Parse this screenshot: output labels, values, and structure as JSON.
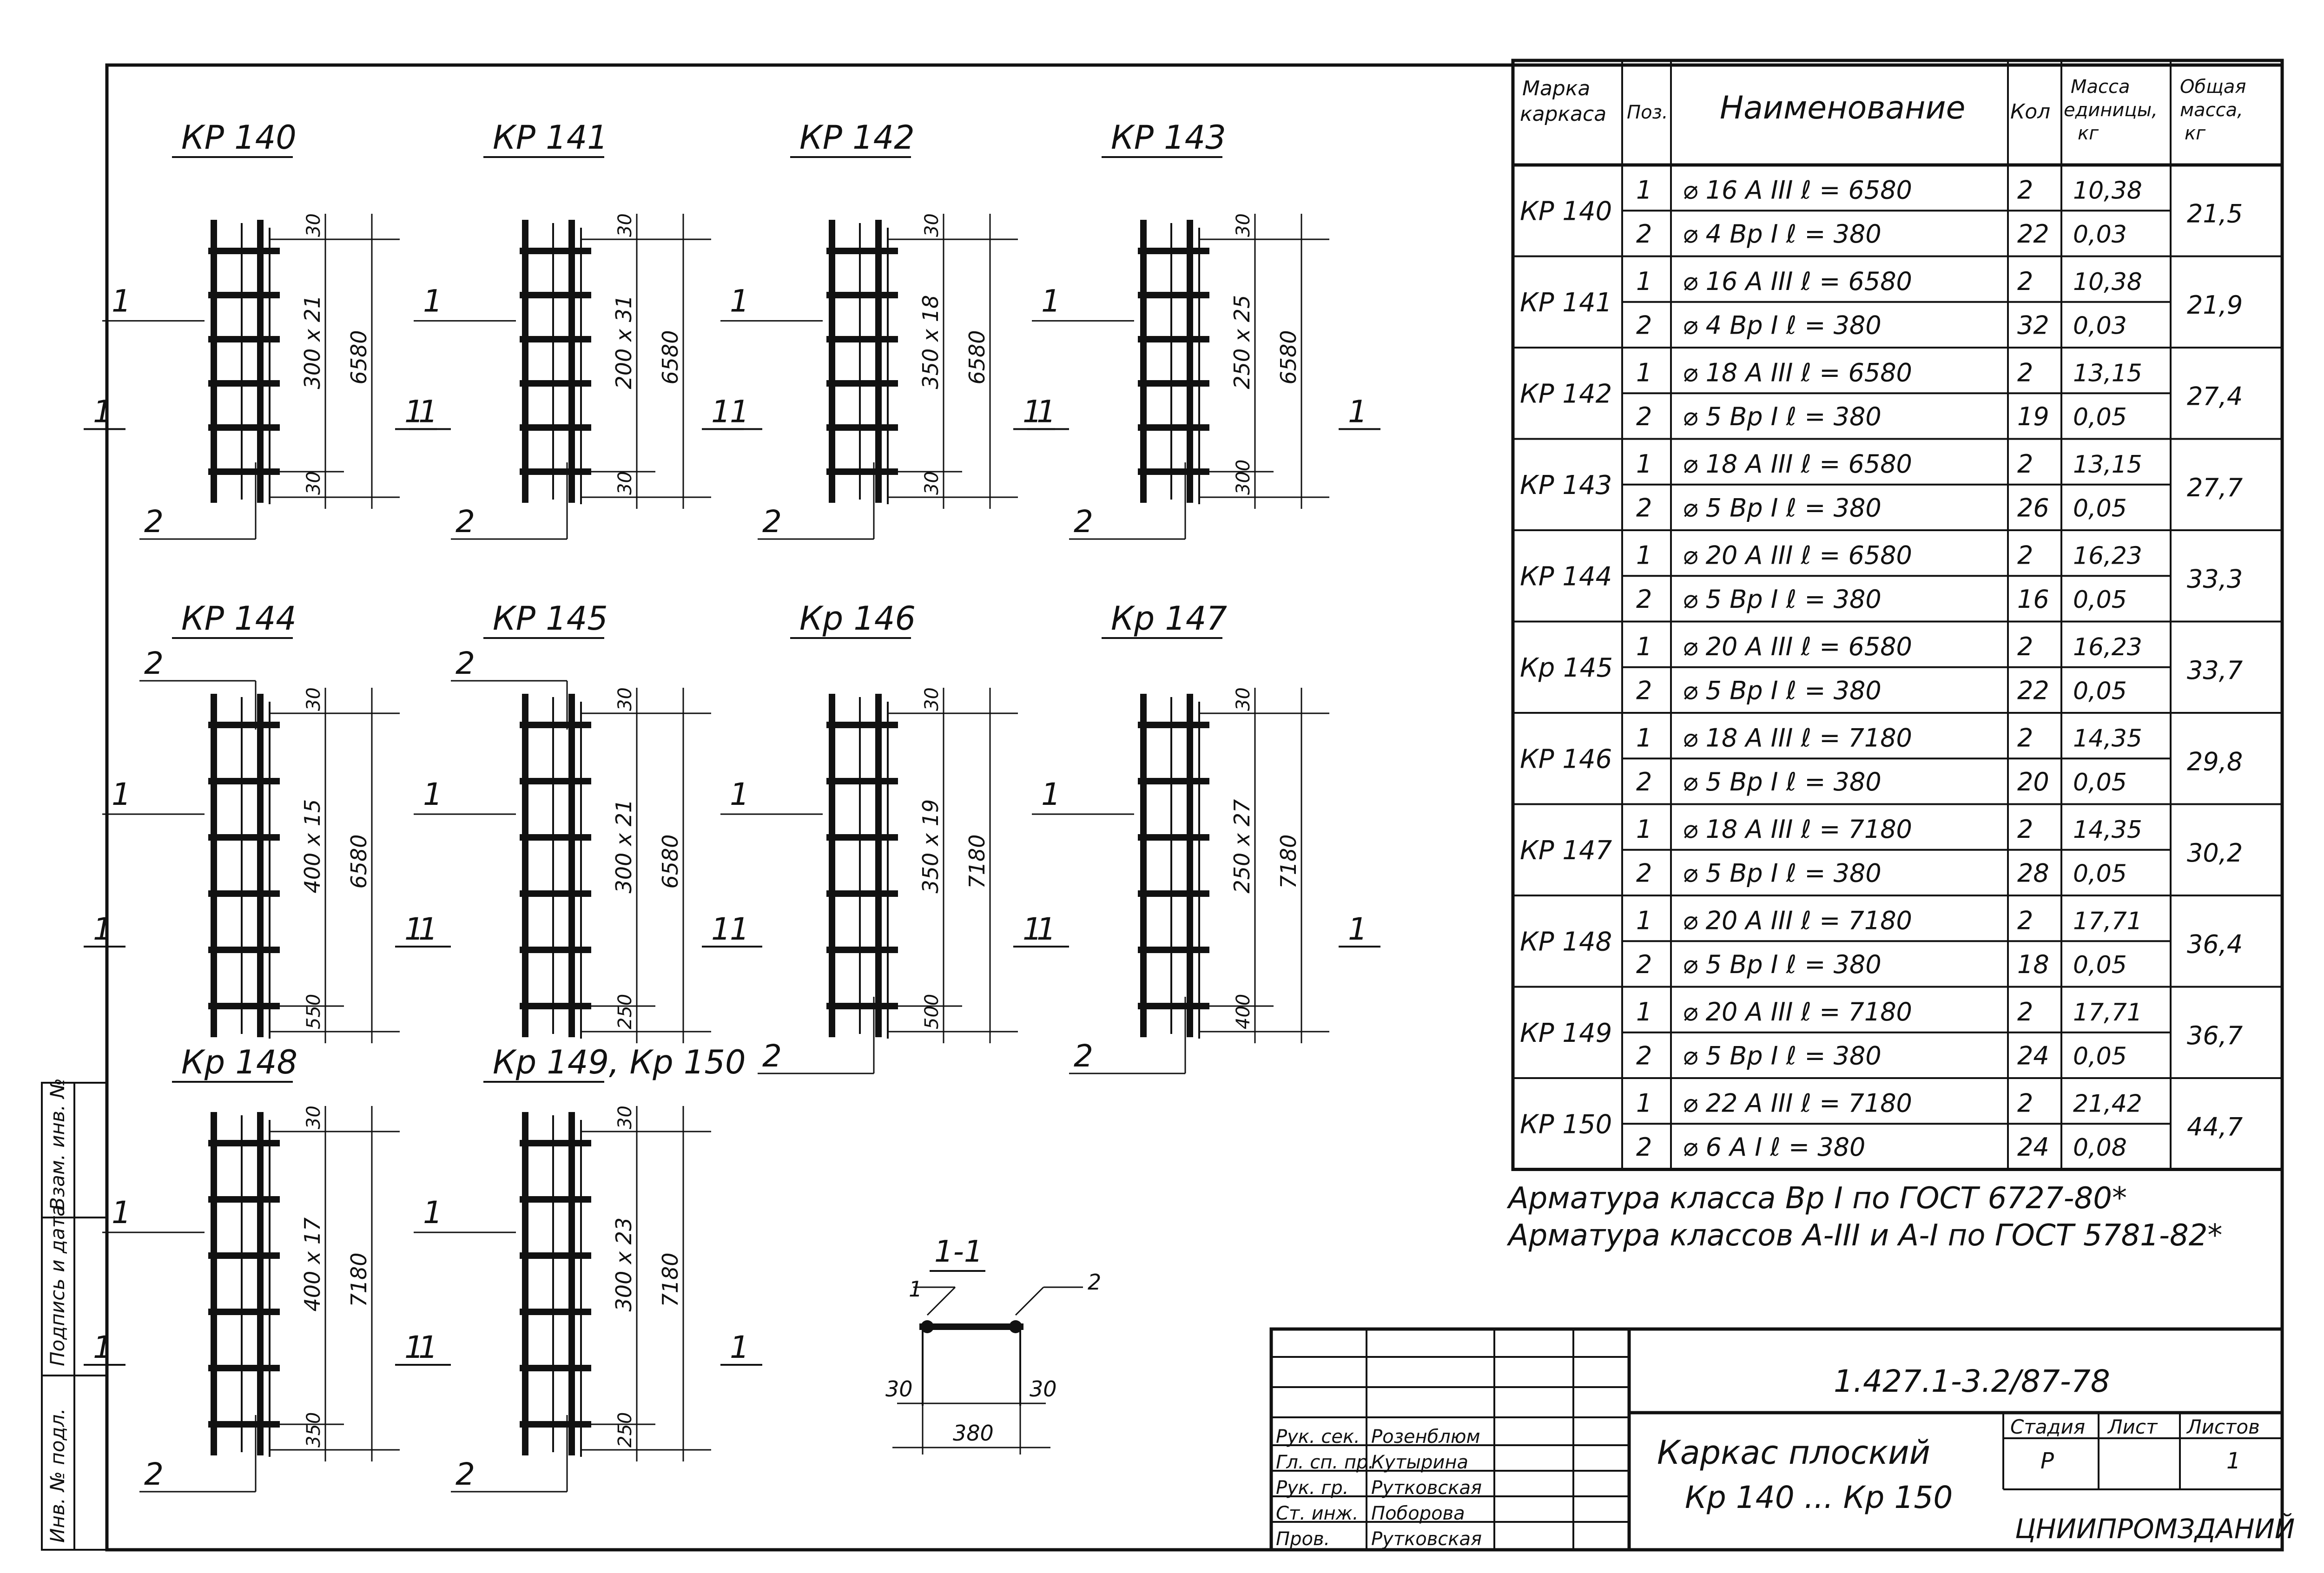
{
  "frames_top": [
    {
      "label": "КР 140",
      "spacing_label": "300 x 21",
      "length_label": "6580",
      "top_gap": "30",
      "bottom_gap": "30",
      "pos1": "1",
      "pos2": "2"
    },
    {
      "label": "КР 141",
      "spacing_label": "200 x 31",
      "length_label": "6580",
      "top_gap": "30",
      "bottom_gap": "30",
      "pos1": "1",
      "pos2": "2"
    },
    {
      "label": "КР 142",
      "spacing_label": "350 x 18",
      "length_label": "6580",
      "top_gap": "30",
      "bottom_gap": "30",
      "pos1": "1",
      "pos2": "2"
    },
    {
      "label": "КР 143",
      "spacing_label": "250 x 25",
      "length_label": "6580",
      "top_gap": "30",
      "bottom_gap": "300",
      "pos1": "1",
      "pos2": "2"
    }
  ],
  "frames_mid": [
    {
      "label": "КР 144",
      "spacing_label": "400 x 15",
      "length_label": "6580",
      "top_gap": "30",
      "bottom_gap": "550",
      "pos1": "1",
      "pos2": "2"
    },
    {
      "label": "КР 145",
      "spacing_label": "300 x 21",
      "length_label": "6580",
      "top_gap": "30",
      "bottom_gap": "250",
      "pos1": "1",
      "pos2": "2"
    },
    {
      "label": "Кр 146",
      "spacing_label": "350 x 19",
      "length_label": "7180",
      "top_gap": "30",
      "bottom_gap": "500",
      "pos1": "1",
      "pos2": "2"
    },
    {
      "label": "Кр 147",
      "spacing_label": "250 x 27",
      "length_label": "7180",
      "top_gap": "30",
      "bottom_gap": "400",
      "pos1": "1",
      "pos2": "2"
    }
  ],
  "frames_bottom": [
    {
      "label": "Кр 148",
      "spacing_label": "400 x 17",
      "length_label": "7180",
      "top_gap": "30",
      "bottom_gap": "350",
      "pos1": "1",
      "pos2": "2"
    },
    {
      "label": "Кр 149, Кр 150",
      "spacing_label": "300 x 23",
      "length_label": "7180",
      "top_gap": "30",
      "bottom_gap": "250",
      "pos1": "1",
      "pos2": "2"
    }
  ],
  "section": {
    "label": "1-1",
    "pos1": "1",
    "pos2": "2",
    "left_dim": "30",
    "right_dim": "30",
    "width_dim": "380"
  },
  "table": {
    "headers": [
      "Марка каркаса",
      "Поз.",
      "Наименование",
      "Кол",
      "Масса единицы, кг",
      "Общая масса, кг"
    ],
    "rows": [
      {
        "mark": "КР 140",
        "total": "21,5",
        "items": [
          {
            "pos": "1",
            "name": "⌀ 16 А III   ℓ = 6580",
            "qty": "2",
            "mass": "10,38"
          },
          {
            "pos": "2",
            "name": "⌀ 4 Вр I   ℓ = 380",
            "qty": "22",
            "mass": "0,03"
          }
        ]
      },
      {
        "mark": "КР 141",
        "total": "21,9",
        "items": [
          {
            "pos": "1",
            "name": "⌀ 16 А III   ℓ = 6580",
            "qty": "2",
            "mass": "10,38"
          },
          {
            "pos": "2",
            "name": "⌀ 4 Вр I   ℓ = 380",
            "qty": "32",
            "mass": "0,03"
          }
        ]
      },
      {
        "mark": "КР 142",
        "total": "27,4",
        "items": [
          {
            "pos": "1",
            "name": "⌀ 18 А III   ℓ = 6580",
            "qty": "2",
            "mass": "13,15"
          },
          {
            "pos": "2",
            "name": "⌀ 5 Вр I   ℓ = 380",
            "qty": "19",
            "mass": "0,05"
          }
        ]
      },
      {
        "mark": "КР 143",
        "total": "27,7",
        "items": [
          {
            "pos": "1",
            "name": "⌀ 18 А III   ℓ = 6580",
            "qty": "2",
            "mass": "13,15"
          },
          {
            "pos": "2",
            "name": "⌀ 5 Вр I   ℓ = 380",
            "qty": "26",
            "mass": "0,05"
          }
        ]
      },
      {
        "mark": "КР 144",
        "total": "33,3",
        "items": [
          {
            "pos": "1",
            "name": "⌀ 20 А III   ℓ = 6580",
            "qty": "2",
            "mass": "16,23"
          },
          {
            "pos": "2",
            "name": "⌀ 5 Вр I   ℓ = 380",
            "qty": "16",
            "mass": "0,05"
          }
        ]
      },
      {
        "mark": "Кр 145",
        "total": "33,7",
        "items": [
          {
            "pos": "1",
            "name": "⌀ 20 А III   ℓ = 6580",
            "qty": "2",
            "mass": "16,23"
          },
          {
            "pos": "2",
            "name": "⌀ 5 Вр I   ℓ = 380",
            "qty": "22",
            "mass": "0,05"
          }
        ]
      },
      {
        "mark": "КР 146",
        "total": "29,8",
        "items": [
          {
            "pos": "1",
            "name": "⌀ 18 А III   ℓ = 7180",
            "qty": "2",
            "mass": "14,35"
          },
          {
            "pos": "2",
            "name": "⌀ 5 Вр I   ℓ = 380",
            "qty": "20",
            "mass": "0,05"
          }
        ]
      },
      {
        "mark": "КР 147",
        "total": "30,2",
        "items": [
          {
            "pos": "1",
            "name": "⌀ 18 А III   ℓ = 7180",
            "qty": "2",
            "mass": "14,35"
          },
          {
            "pos": "2",
            "name": "⌀ 5 Вр I   ℓ = 380",
            "qty": "28",
            "mass": "0,05"
          }
        ]
      },
      {
        "mark": "КР 148",
        "total": "36,4",
        "items": [
          {
            "pos": "1",
            "name": "⌀ 20 А III   ℓ = 7180",
            "qty": "2",
            "mass": "17,71"
          },
          {
            "pos": "2",
            "name": "⌀ 5 Вр I   ℓ = 380",
            "qty": "18",
            "mass": "0,05"
          }
        ]
      },
      {
        "mark": "КР 149",
        "total": "36,7",
        "items": [
          {
            "pos": "1",
            "name": "⌀ 20 А III   ℓ = 7180",
            "qty": "2",
            "mass": "17,71"
          },
          {
            "pos": "2",
            "name": "⌀ 5 Вр I   ℓ = 380",
            "qty": "24",
            "mass": "0,05"
          }
        ]
      },
      {
        "mark": "КР 150",
        "total": "44,7",
        "items": [
          {
            "pos": "1",
            "name": "⌀ 22 А III   ℓ = 7180",
            "qty": "2",
            "mass": "21,42"
          },
          {
            "pos": "2",
            "name": "⌀ 6 А I   ℓ = 380",
            "qty": "24",
            "mass": "0,08"
          }
        ]
      }
    ]
  },
  "notes": [
    "Арматура класса Вр I по ГОСТ 6727-80*",
    "Арматура классов А-III и А-I по ГОСТ 5781-82*"
  ],
  "title_block": {
    "code": "1.427.1-3.2/87-78",
    "title_line1": "Каркас плоский",
    "title_line2": "Кр 140 ... Кр 150",
    "stage_header": "Стадия",
    "sheet_header": "Лист",
    "sheets_header": "Листов",
    "stage": "Р",
    "sheets": "1",
    "org": "ЦНИИПРОМЗДАНИЙ",
    "staff": [
      {
        "role": "Рук. сек.",
        "name": "Розенблюм"
      },
      {
        "role": "Гл. сп. пр.",
        "name": "Кутырина"
      },
      {
        "role": "Рук. гр.",
        "name": "Рутковская"
      },
      {
        "role": "Ст. инж.",
        "name": "Поборова"
      },
      {
        "role": "Пров.",
        "name": "Рутковская"
      }
    ]
  },
  "side_stamp": [
    "Инв. № подл.",
    "Подпись и дата",
    "Взам. инв. №"
  ]
}
